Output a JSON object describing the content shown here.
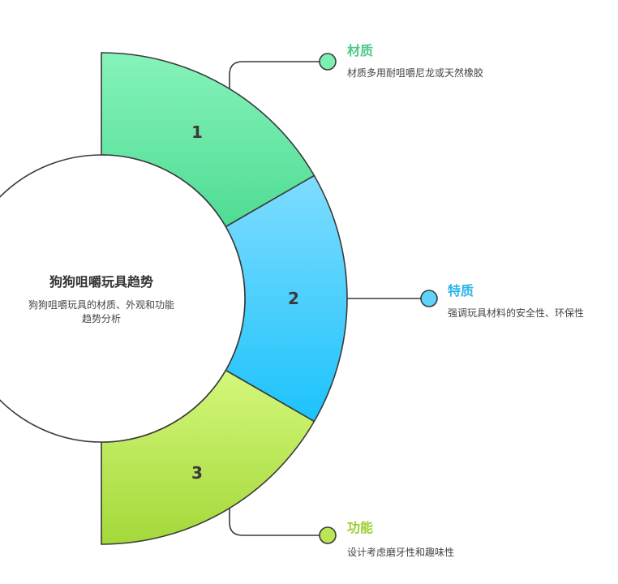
{
  "center": {
    "title": "狗狗咀嚼玩具趋势",
    "description": "狗狗咀嚼玩具的材质、外观和功能趋势分析"
  },
  "segments": [
    {
      "number": "1",
      "title": "材质",
      "description": "材质多用耐咀嚼尼龙或天然橡胶",
      "color": "#4dc98a"
    },
    {
      "number": "2",
      "title": "特质",
      "description": "强调玩具材料的安全性、环保性",
      "color": "#29b5e8"
    },
    {
      "number": "3",
      "title": "功能",
      "description": "设计考虑磨牙性和趣味性",
      "color": "#9ccf2e"
    }
  ]
}
